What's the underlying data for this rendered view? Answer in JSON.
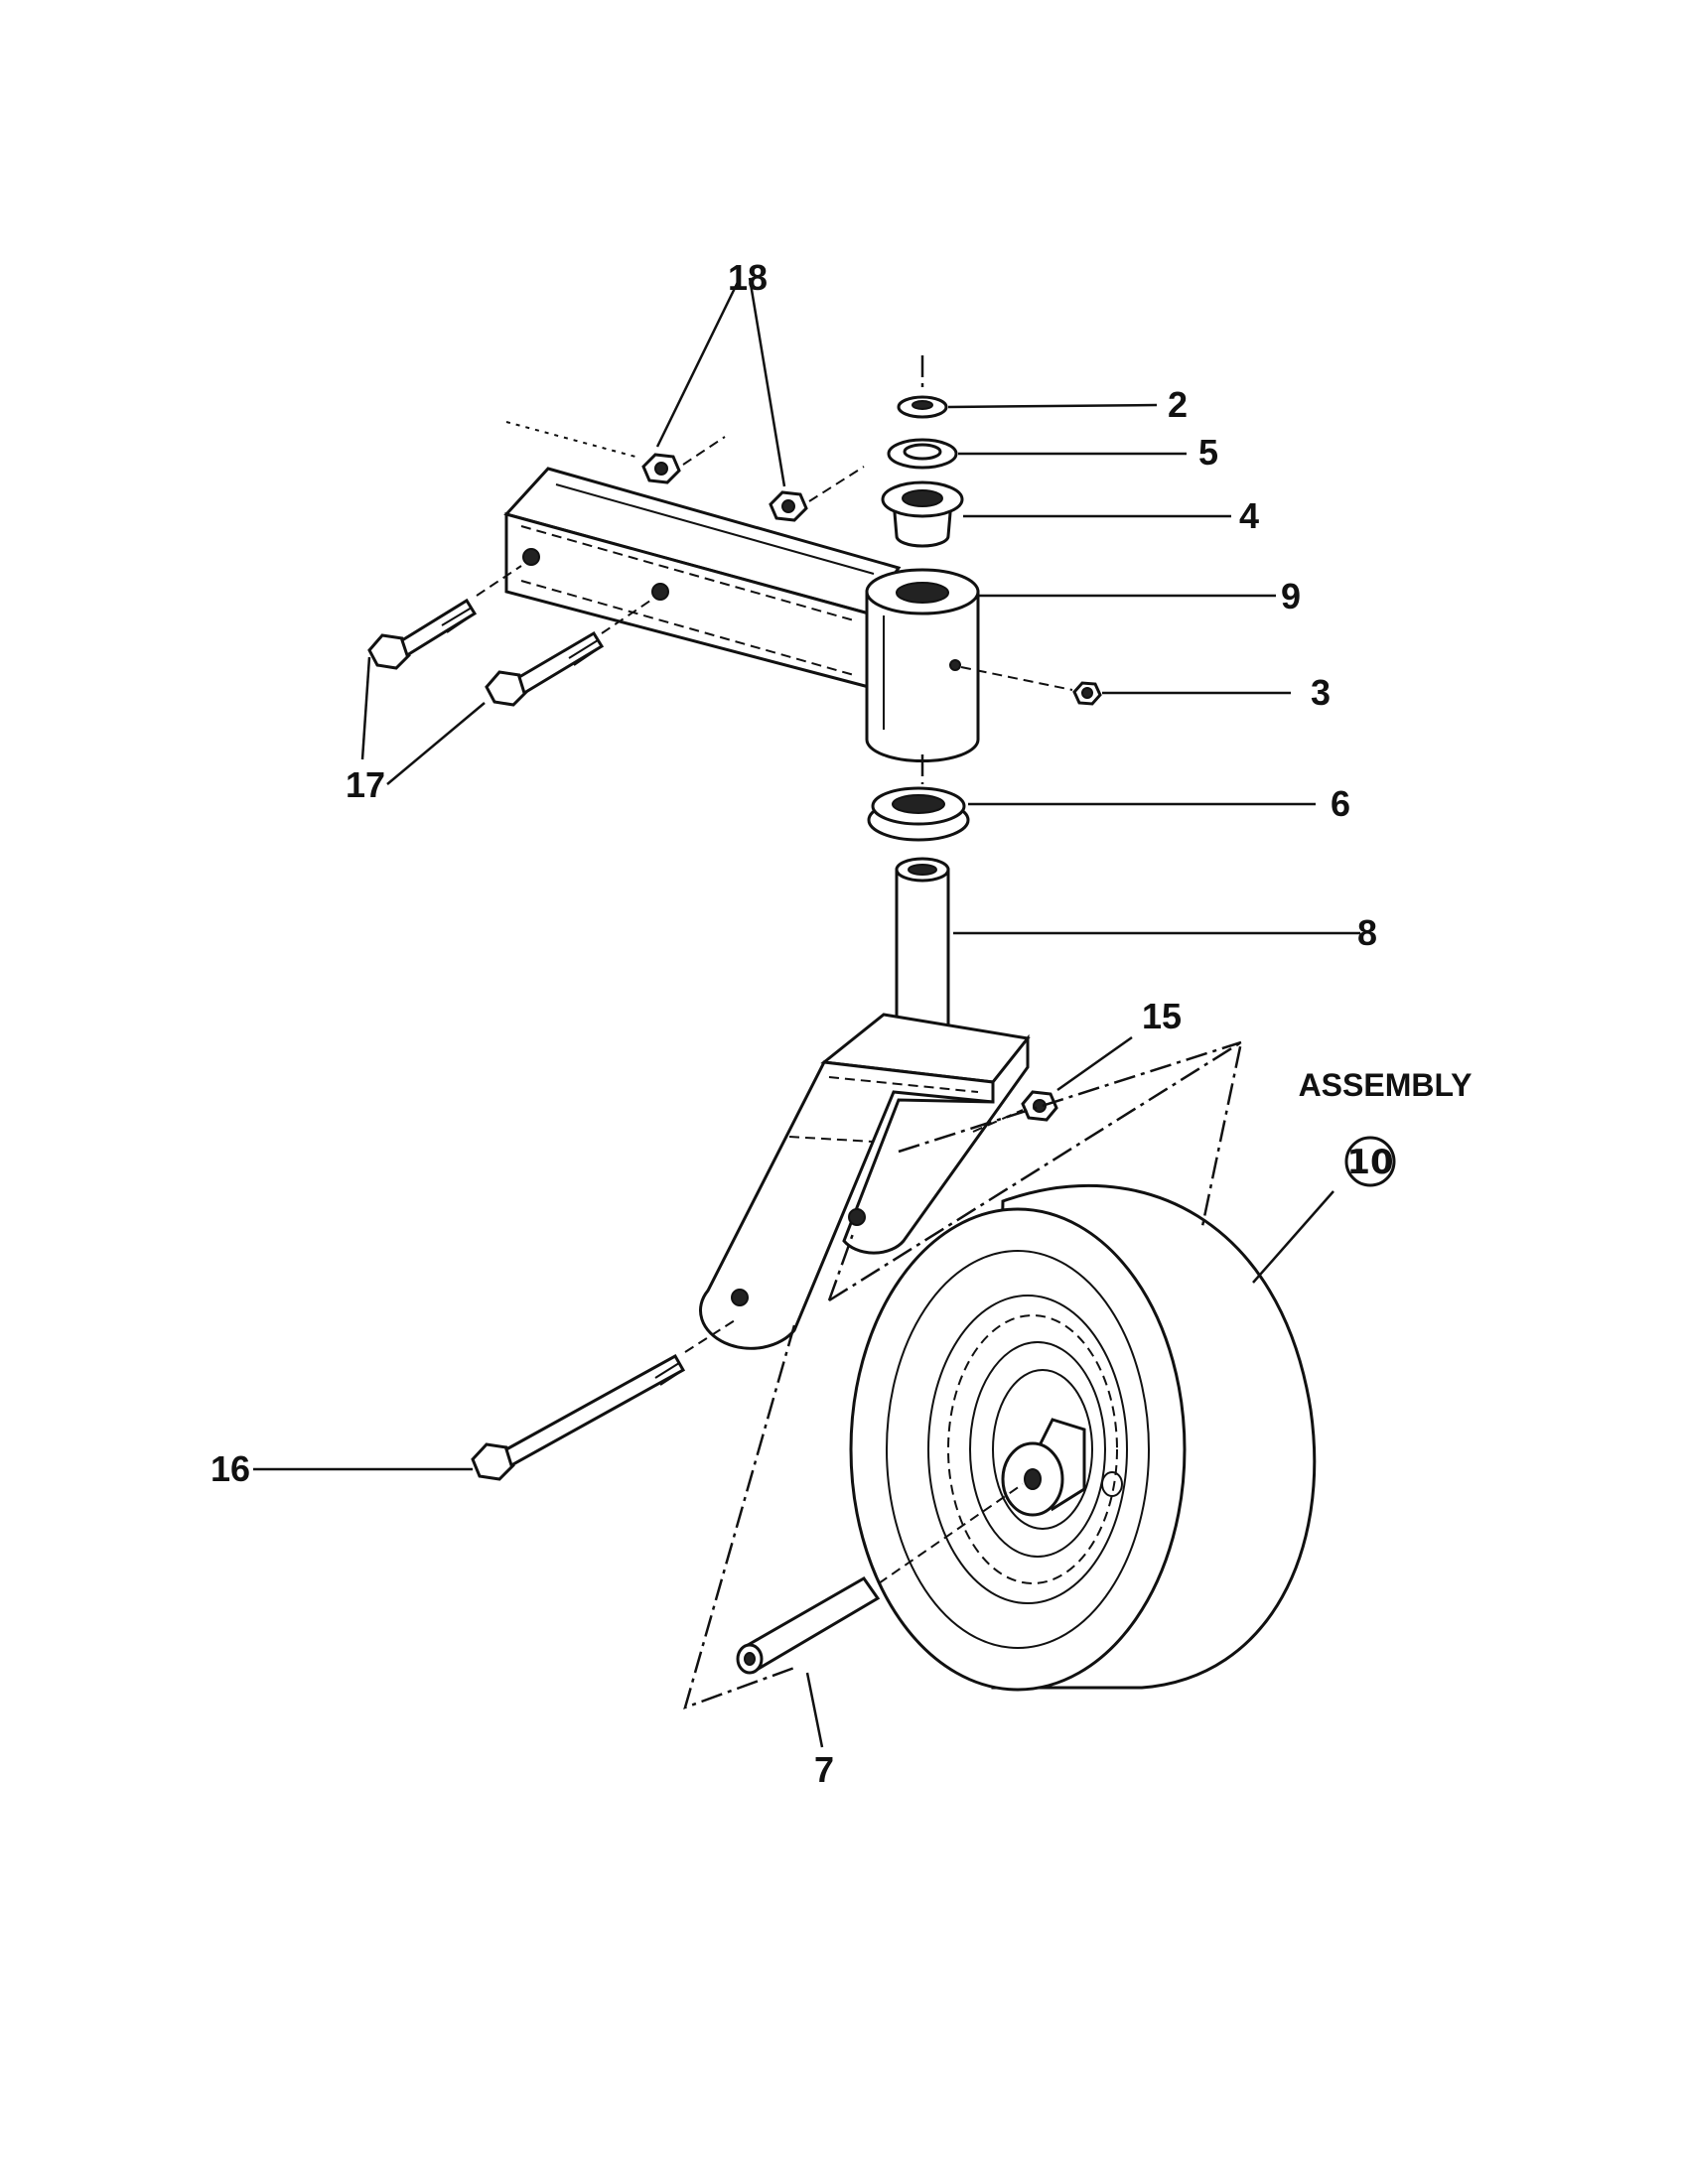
{
  "diagram": {
    "assembly_label": "ASSEMBLY",
    "assembly_number": "10",
    "callouts": {
      "c2": "2",
      "c3": "3",
      "c4": "4",
      "c5": "5",
      "c6": "6",
      "c7": "7",
      "c8": "8",
      "c9": "9",
      "c15": "15",
      "c16": "16",
      "c17": "17",
      "c18": "18"
    }
  }
}
